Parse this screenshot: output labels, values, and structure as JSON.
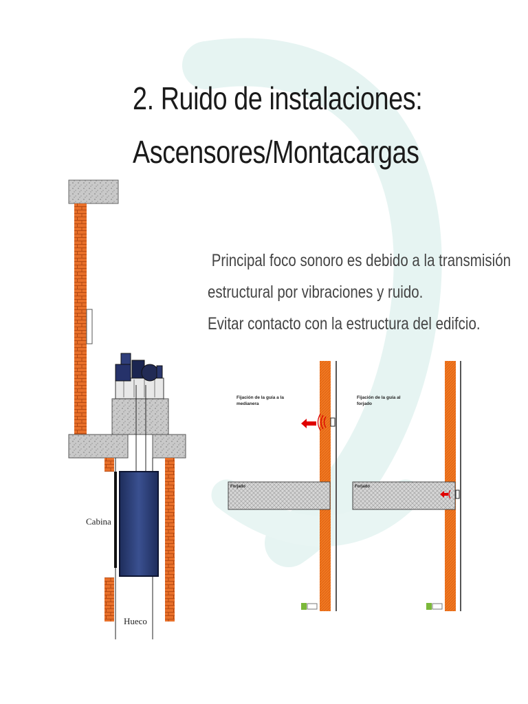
{
  "slide": {
    "title_line1": "2. Ruido de instalaciones:",
    "title_line2": "Ascensores/Montacargas",
    "body_line1": " Principal foco sonoro es debido a la transmisión",
    "body_line2": "estructural por vibraciones y ruido.",
    "body_line3": "Evitar contacto con la estructura del edifcio."
  },
  "elevator_diagram": {
    "label_cabina": "Cabina",
    "label_hueco": "Hueco"
  },
  "detail_left": {
    "caption_line1": "Fijación de la guía a la",
    "caption_line2": "medianera",
    "slab_label": "Forjado"
  },
  "detail_right": {
    "caption_line1": "Fijación de la guía al",
    "caption_line2": "forjado",
    "slab_label": "Forjado"
  },
  "colors": {
    "brick": "#e8702a",
    "concrete": "#c8c8c8",
    "arrow": "#e00000",
    "cabin": "#2b3f78",
    "watermark": "#dff1ef"
  }
}
